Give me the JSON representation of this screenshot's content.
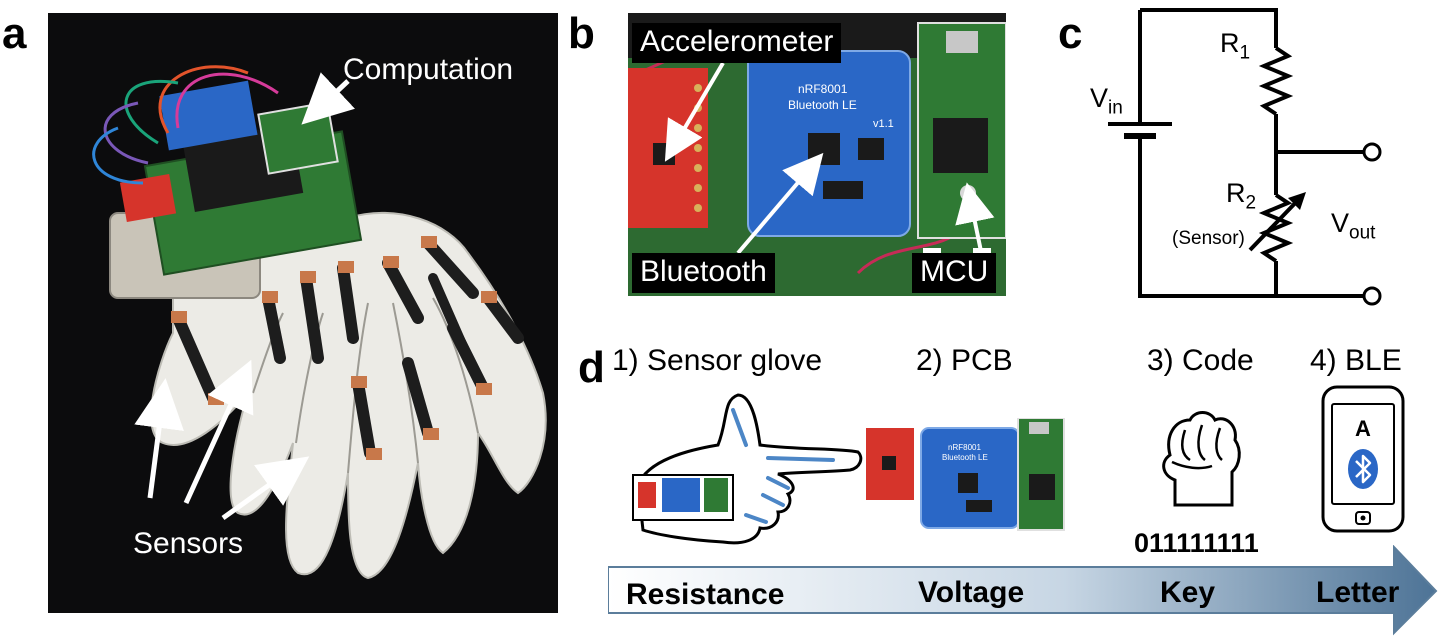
{
  "panels": {
    "a": {
      "label": "a",
      "computation_label": "Computation",
      "sensors_label": "Sensors"
    },
    "b": {
      "label": "b",
      "accelerometer_label": "Accelerometer",
      "bluetooth_label": "Bluetooth",
      "mcu_label": "MCU",
      "chip_text_1": "nRF8001",
      "chip_text_2": "Bluetooth LE",
      "chip_text_3": "v1.1"
    },
    "c": {
      "label": "c",
      "r1_main": "R",
      "r1_sub": "1",
      "r2_main": "R",
      "r2_sub": "2",
      "sensor_note": "(Sensor)",
      "vin_main": "V",
      "vin_sub": "in",
      "vout_main": "V",
      "vout_sub": "out"
    },
    "d": {
      "label": "d",
      "steps": [
        "1) Sensor glove",
        "2) PCB",
        "3) Code",
        "4) BLE"
      ],
      "code_value": "011111111",
      "phone_letter": "A",
      "pcb_chip_text_1": "nRF8001",
      "pcb_chip_text_2": "Bluetooth LE",
      "flow": [
        "Resistance",
        "Voltage",
        "Key",
        "Letter"
      ]
    }
  },
  "colors": {
    "glove": "#ecebe6",
    "sensor_strip": "#1d1d1d",
    "copper": "#c8784a",
    "pcb_green": "#2f7a34",
    "bt_blue": "#2a67c6",
    "red_board": "#d6342b",
    "arrow_light": "#ffffff",
    "arrow_dark": "#4d7396"
  }
}
